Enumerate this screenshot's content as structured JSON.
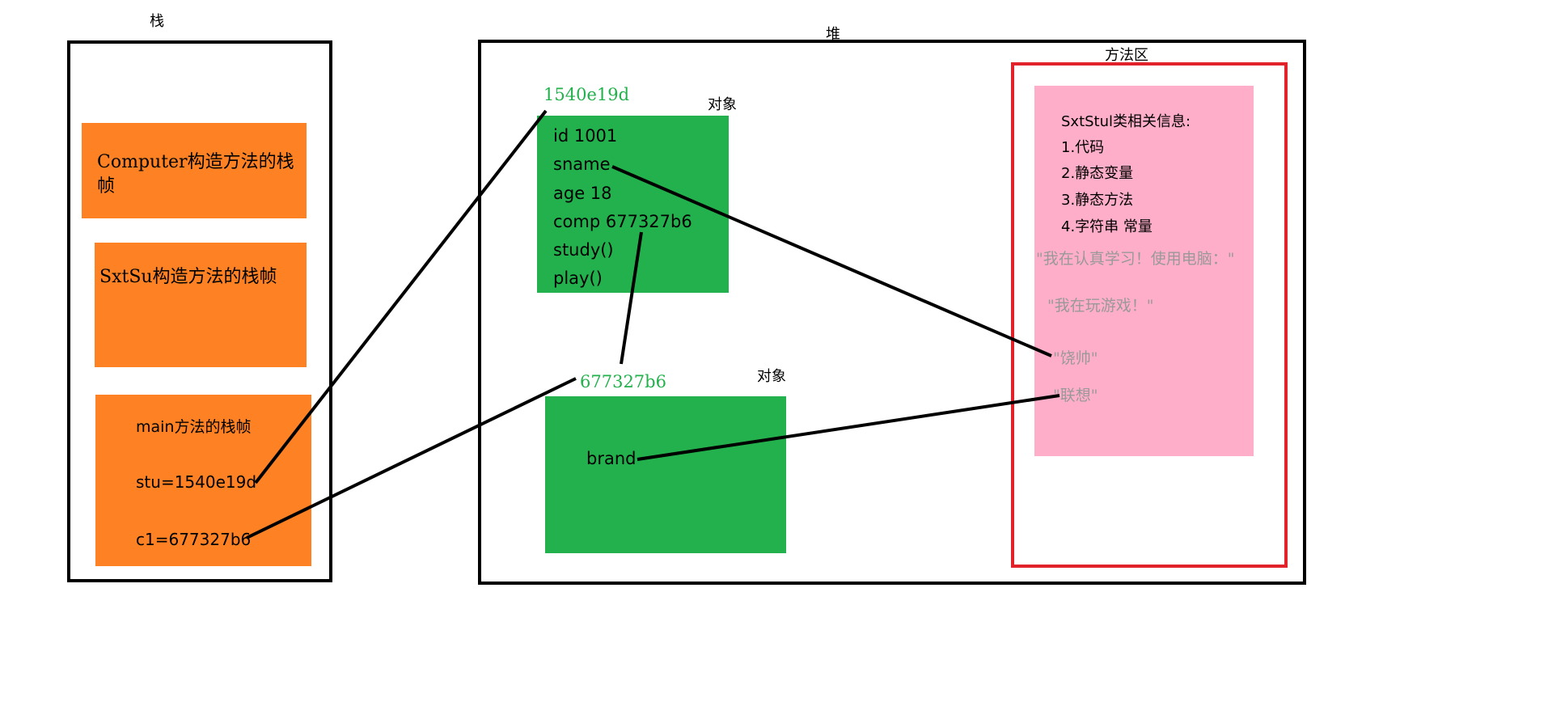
{
  "stack": {
    "title": "栈",
    "frames": [
      {
        "label": "Computer构造方法的栈帧"
      },
      {
        "label": "SxtSu构造方法的栈帧"
      }
    ],
    "main_frame": {
      "title": "main方法的栈帧",
      "stu": "stu=1540e19d",
      "c1": "c1=677327b6"
    }
  },
  "heap": {
    "title": "堆",
    "object1": {
      "tag": "对象",
      "address": "1540e19d",
      "fields": [
        "id 1001",
        "sname",
        "age 18",
        "comp 677327b6",
        "study()",
        "play()"
      ]
    },
    "object2": {
      "tag": "对象",
      "address": "677327b6",
      "fields": [
        "brand"
      ]
    }
  },
  "method_area": {
    "title": "方法区",
    "class_info": {
      "heading": "SxtStul类相关信息:",
      "items": [
        "1.代码",
        "2.静态变量",
        "3.静态方法",
        "4.字符串 常量"
      ]
    },
    "strings": [
      "\"我在认真学习！使用电脑：\"",
      "\"我在玩游戏！\"",
      "\"饶帅\"",
      "\"联想\""
    ]
  },
  "colors": {
    "orange": "#fe8224",
    "green": "#22b14c",
    "pink": "#ffaec9",
    "red": "#e2222a",
    "address_text": "#22b14c",
    "string_text": "#999999"
  }
}
